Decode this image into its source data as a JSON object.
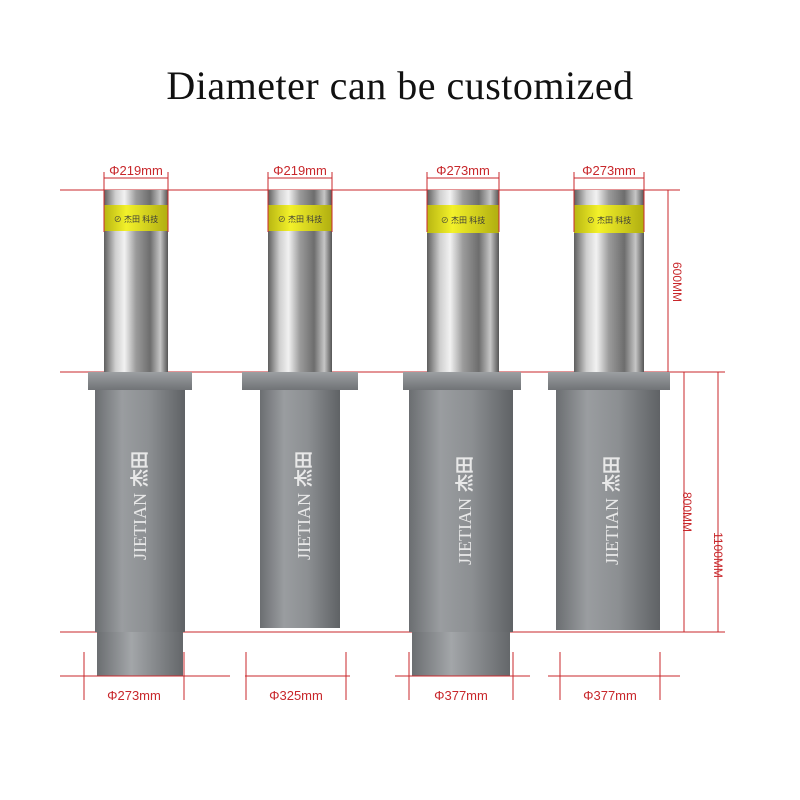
{
  "title": "Diameter can be customized",
  "bollards": [
    {
      "top_diameter": "Φ219mm",
      "base_diameter": "Φ273mm",
      "brand": "JIETIAN",
      "brand_cn": "杰田"
    },
    {
      "top_diameter": "Φ219mm",
      "base_diameter": "Φ325mm",
      "brand": "JIETIAN",
      "brand_cn": "杰田"
    },
    {
      "top_diameter": "Φ273mm",
      "base_diameter": "Φ377mm",
      "brand": "JIETIAN",
      "brand_cn": "杰田"
    },
    {
      "top_diameter": "Φ273mm",
      "base_diameter": "Φ377mm",
      "brand": "JIETIAN",
      "brand_cn": "杰田"
    }
  ],
  "dimensions": {
    "upper_height": "600MM",
    "lower_height": "800MM",
    "total_height": "1100MM"
  },
  "colors": {
    "annotation": "#c8272b",
    "steel": "#9a9a9a",
    "sleeve": "#7f8285",
    "reflective_band": "#e9e61c"
  }
}
